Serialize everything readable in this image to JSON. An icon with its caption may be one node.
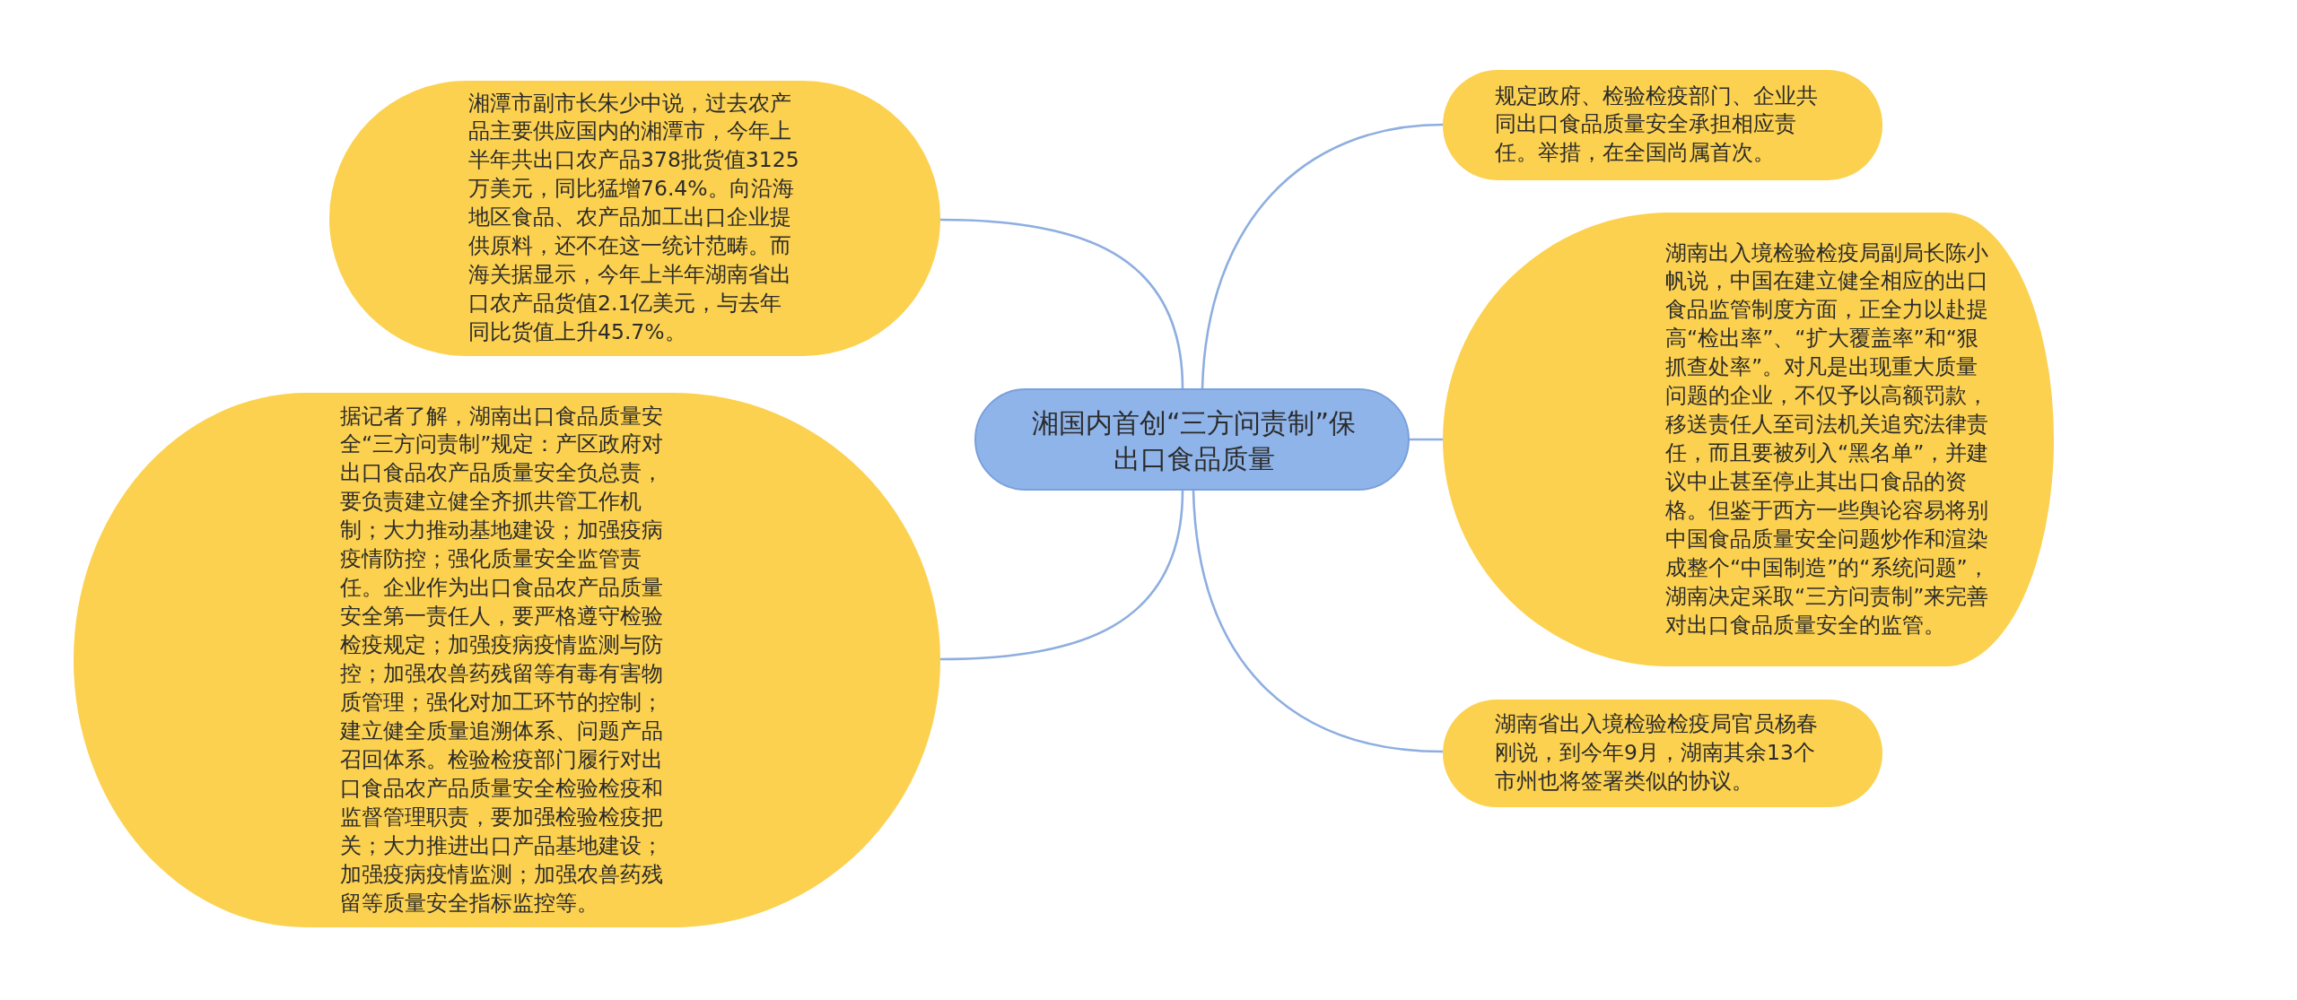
{
  "diagram": {
    "nodes": [
      {
        "text": [
          "湘国内首创“三方问责制”保出口食品质量"
        ]
      },
      {
        "text": [
          "湘潭市副市长朱少中说，过去农产品主要供应国内的湘潭市，今年上半年共出口农产品378批货值3125万美元，同比猛增76.4%。向沿海地区食品、农产品加工出口企业提供原料，还不在这一统计范畴。而海关据显示，今年上半年湖南省出口农产品货值2.1亿美元，与去年同比货值上升45.7%。"
        ]
      },
      {
        "text": [
          "据记者了解，湖南出口食品质量安全“三方问责制”规定：产区政府对出口食品农产品质量安全负总责，要负责建立健全齐抓共管工作机制；大力推动基地建设；加强疫病疫情防控；强化质量安全监管责任。企业作为出口食品农产品质量安全第一责任人，要严格遵守检验检疫规定；加强疫病疫情监测与防控；加强农兽药残留等有毒有害物质管理；强化对加工环节的控制；建立健全质量追溯体系、问题产品召回体系。检验检疫部门履行对出口食品农产品质量安全检验检疫和监督管理职责，要加强检验检疫把关；大力推进出口产品基地建设；加强疫病疫情监测；加强农兽药残留等质量安全指标监控等。"
        ]
      },
      {
        "text": [
          "规定政府、检验检疫部门、企业共同出口食品质量安全承担相应责任。举措，在全国尚属首次。"
        ]
      },
      {
        "text": [
          "湖南出入境检验检疫局副局长陈小帆说，中国在建立健全相应的出口食品监管制度方面，正全力以赴提高“检出率”、“扩大覆盖率”和“狠抓查处率”。对凡是出现重大质量问题的企业，不仅予以高额罚款，移送责任人至司法机关追究法律责任，而且要被列入“黑名单”，并建议中止甚至停止其出口食品的资格。但鉴于西方一些舆论容易将别中国食品质量安全问题炒作和渲染成整个“中国制造”的“系统问题”，湖南决定采取“三方问责制”来完善对出口食品质量安全的监管。"
        ]
      },
      {
        "text": [
          "湖南省出入境检验检疫局官员杨春刚说，到今年9月，湖南其余13个市州也将签署类似的协议。"
        ]
      }
    ],
    "edges": [
      {
        "from": 0,
        "to": 1,
        "arrow": "none"
      },
      {
        "from": 0,
        "to": 2,
        "arrow": "none"
      },
      {
        "from": 0,
        "to": 3,
        "arrow": "none"
      },
      {
        "from": 0,
        "to": 4,
        "arrow": "none"
      },
      {
        "from": 0,
        "to": 5,
        "arrow": "none"
      }
    ]
  }
}
